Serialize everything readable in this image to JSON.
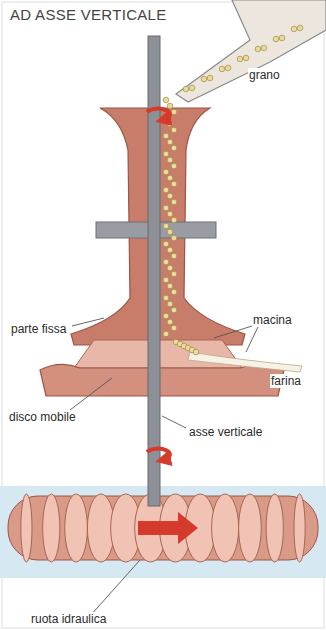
{
  "diagram": {
    "title": "AD ASSE VERTICALE",
    "labels": [
      "grano",
      "parte fissa",
      "macina",
      "farina",
      "disco mobile",
      "asse verticale",
      "ruota idraulica"
    ]
  }
}
